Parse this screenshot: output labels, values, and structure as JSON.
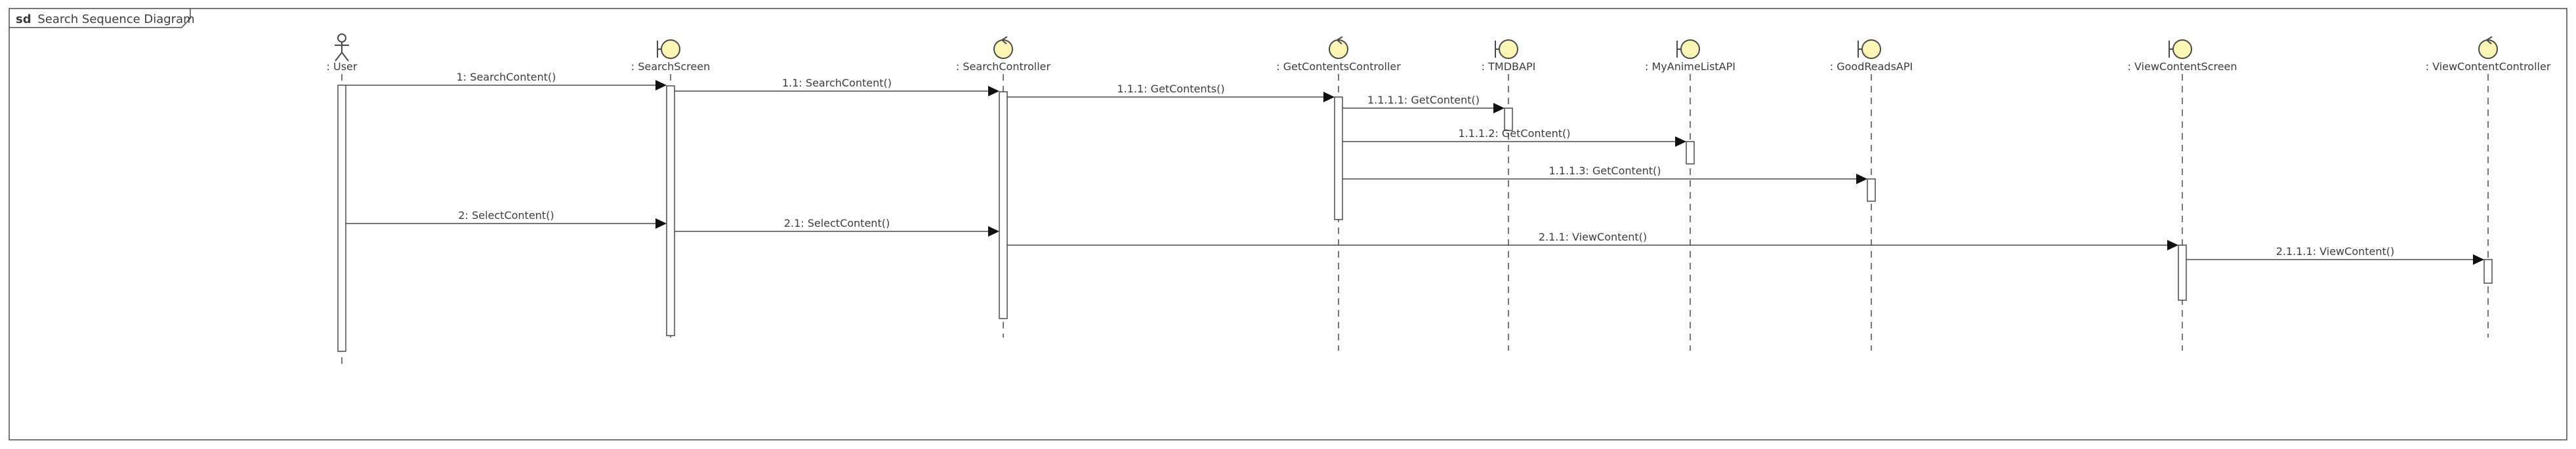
{
  "frame": {
    "keyword": "sd",
    "title": "Search Sequence Diagram"
  },
  "colors": {
    "line": "#4a4a4a",
    "head_fill": "#fbf6b4",
    "activation_fill": "#ffffff",
    "text": "#3c3c3c"
  },
  "lifelines": [
    {
      "id": "user",
      "label": ": User",
      "icon": "actor-icon"
    },
    {
      "id": "search-screen",
      "label": ": SearchScreen",
      "icon": "boundary-icon"
    },
    {
      "id": "search-controller",
      "label": ": SearchController",
      "icon": "control-icon"
    },
    {
      "id": "get-contents-controller",
      "label": ": GetContentsController",
      "icon": "control-icon"
    },
    {
      "id": "tmdb-api",
      "label": ": TMDBAPI",
      "icon": "boundary-icon"
    },
    {
      "id": "myanimelist-api",
      "label": ": MyAnimeListAPI",
      "icon": "boundary-icon"
    },
    {
      "id": "goodreads-api",
      "label": ": GoodReadsAPI",
      "icon": "boundary-icon"
    },
    {
      "id": "view-content-screen",
      "label": ": ViewContentScreen",
      "icon": "boundary-icon"
    },
    {
      "id": "view-content-controller",
      "label": ": ViewContentController",
      "icon": "control-icon"
    }
  ],
  "messages": [
    {
      "from": "user",
      "to": "search-screen",
      "label": "1: SearchContent()"
    },
    {
      "from": "search-screen",
      "to": "search-controller",
      "label": "1.1: SearchContent()"
    },
    {
      "from": "search-controller",
      "to": "get-contents-controller",
      "label": "1.1.1: GetContents()"
    },
    {
      "from": "get-contents-controller",
      "to": "tmdb-api",
      "label": "1.1.1.1: GetContent()"
    },
    {
      "from": "get-contents-controller",
      "to": "myanimelist-api",
      "label": "1.1.1.2: GetContent()"
    },
    {
      "from": "get-contents-controller",
      "to": "goodreads-api",
      "label": "1.1.1.3: GetContent()"
    },
    {
      "from": "user",
      "to": "search-screen",
      "label": "2: SelectContent()"
    },
    {
      "from": "search-screen",
      "to": "search-controller",
      "label": "2.1: SelectContent()"
    },
    {
      "from": "search-controller",
      "to": "view-content-screen",
      "label": "2.1.1: ViewContent()"
    },
    {
      "from": "view-content-screen",
      "to": "view-content-controller",
      "label": "2.1.1.1: ViewContent()"
    }
  ]
}
